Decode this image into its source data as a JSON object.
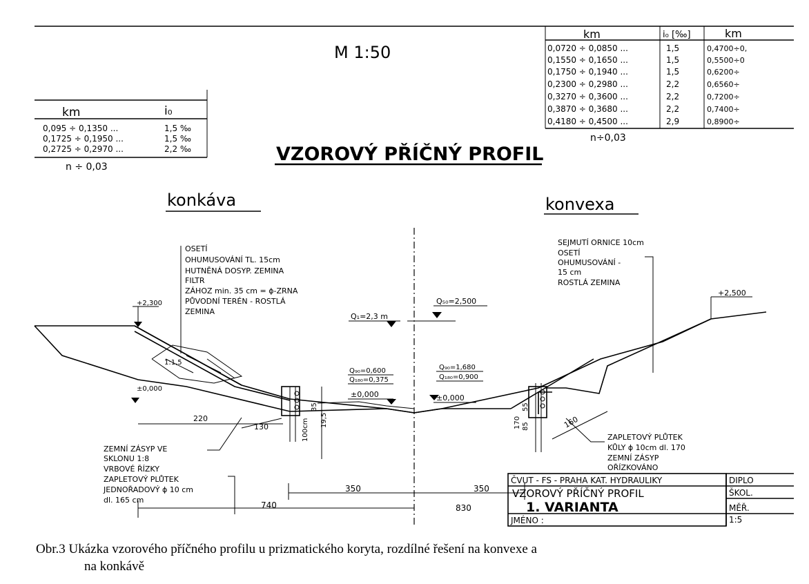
{
  "drawing": {
    "scale": "M 1:50",
    "title": "VZOROVÝ PŘÍČNÝ PROFIL",
    "left_side_label": "konkáva",
    "right_side_label": "konvexa",
    "left_table": {
      "headers": [
        "km",
        "i₀"
      ],
      "rows": [
        [
          "0,095 ÷ 0,1350 ...",
          "1,5 ‰"
        ],
        [
          "0,1725 ÷ 0,1950 ...",
          "1,5 ‰"
        ],
        [
          "0,2725 ÷ 0,2970 ...",
          "2,2 ‰"
        ]
      ],
      "footnote": "n ÷ 0,03"
    },
    "right_table": {
      "headers": [
        "km",
        "i₀ [‰]",
        "km"
      ],
      "rows": [
        [
          "0,0720 ÷ 0,0850 ...",
          "1,5",
          "0,4700÷0,"
        ],
        [
          "0,1550 ÷ 0,1650 ...",
          "1,5",
          "0,5500÷0"
        ],
        [
          "0,1750 ÷ 0,1940 ...",
          "1,5",
          "0,6200÷"
        ],
        [
          "0,2300 ÷ 0,2980 ...",
          "2,2",
          "0,6560÷"
        ],
        [
          "0,3270 ÷ 0,3600 ...",
          "2,2",
          "0,7200÷"
        ],
        [
          "0,3870 ÷ 0,3680 ...",
          "2,2",
          "0,7400÷"
        ],
        [
          "0,4180 ÷ 0,4500 ...",
          "2,9",
          "0,8900÷"
        ]
      ],
      "footnote": "n÷0,03"
    },
    "left_layers": [
      "OSETÍ",
      "OHUMUSOVÁNÍ TL. 15cm",
      "HUTNĚNÁ DOSYP. ZEMINA",
      "FILTR",
      "ZÁHOZ min. 35 cm = ϕ-ZRNA",
      "PŮVODNÍ TERÉN - ROSTLÁ",
      "ZEMINA"
    ],
    "right_layers": [
      "SEJMUTÍ ORNICE 10cm",
      "OSETÍ",
      "OHUMUSOVÁNÍ -",
      "15 cm",
      "ROSTLÁ ZEMINA"
    ],
    "levels": {
      "left_top": "+2,300",
      "right_top": "+2,500",
      "left_berm": "±0,000",
      "q1": "Q₁=2,3 m",
      "q2": "Q₅₀=2,500",
      "q3": "Q₉₀=0,600",
      "q4": "Q₁₈₀=0,375",
      "q5": "Q₉₀=1,680",
      "q6": "Q₁₈₀=0,900",
      "center_left": "±0,000",
      "center_right": "±0,000"
    },
    "left_bottom_notes": [
      "ZEMNÍ ZÁSYP VE",
      "SKLONU 1:8",
      "VRBOVÉ ŘÍZKY",
      "ZAPLETOVÝ PLŮTEK",
      "JEDNOŘADOVÝ ϕ 10 cm",
      "dl. 165 cm"
    ],
    "right_bottom_notes": [
      "ZAPLETOVÝ PLŮTEK",
      "KŮLY ϕ 10cm dl. 170",
      "ZEMNÍ ZÁSYP",
      "OŘÍZKOVÁNO"
    ],
    "dims": {
      "d220": "220",
      "d130": "130",
      "d160": "160",
      "d350a": "350",
      "d350b": "350",
      "d740": "740",
      "d830": "830",
      "slope_left": "1:1,5",
      "v1": "100cm",
      "v2": "35",
      "v3": "19,5",
      "v4": "170",
      "v5": "85",
      "v6": "55"
    },
    "title_block": {
      "row1": "ČVUT - FS - PRAHA KAT. HYDRAULIKY",
      "row2": "VZOROVÝ PŘÍČNÝ PROFIL",
      "row3": "1. VARIANTA",
      "row4": "JMÉNO :",
      "side1": "DIPLO",
      "side2": "ŠKOL.",
      "side3": "MĚŘ.",
      "side4": "1:5"
    }
  },
  "caption": {
    "line1": "Obr.3  Ukázka vzorového příčného profilu u prizmatického koryta, rozdílné řešení na konvexe a",
    "line2": "na konkávě"
  }
}
